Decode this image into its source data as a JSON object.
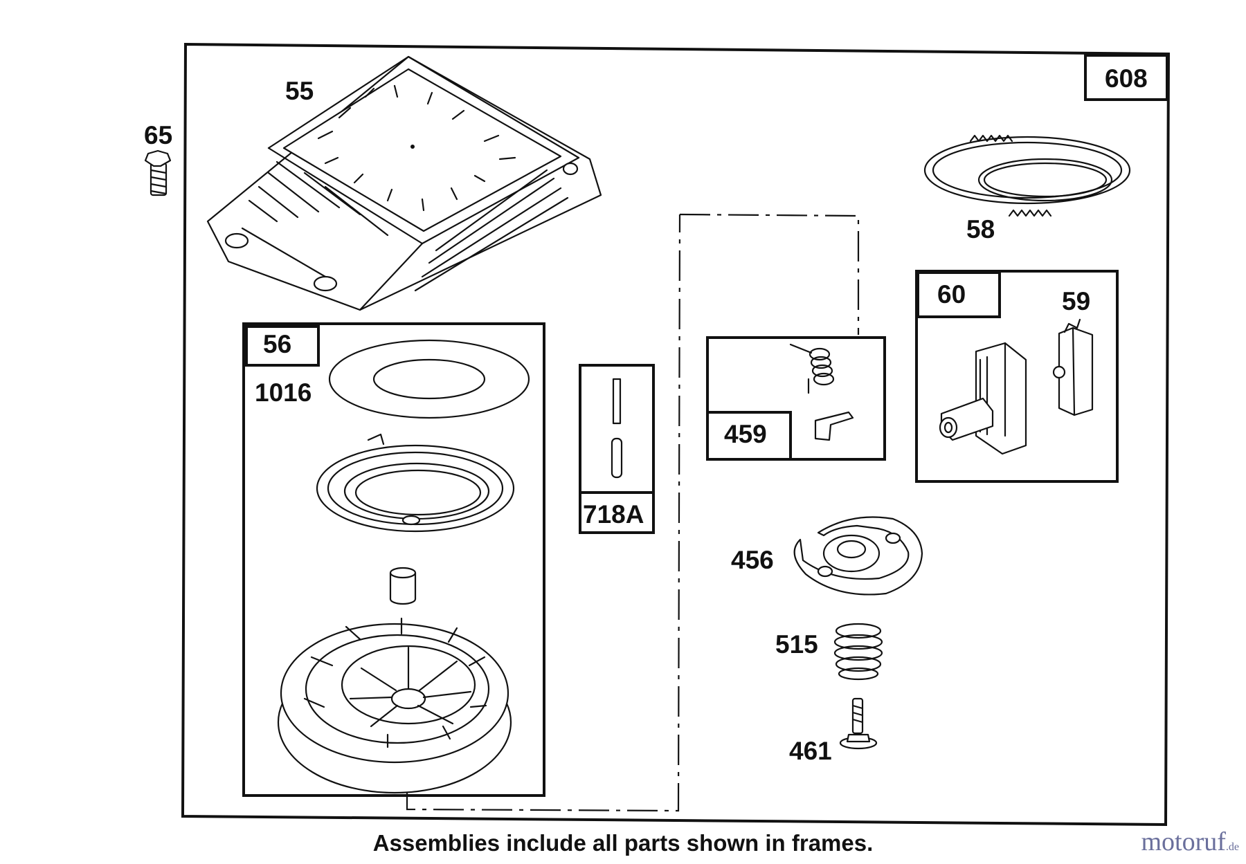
{
  "labels": {
    "l608": "608",
    "l55": "55",
    "l65": "65",
    "l58": "58",
    "l56": "56",
    "l1016": "1016",
    "l718a": "718A",
    "l459": "459",
    "l60": "60",
    "l59": "59",
    "l456": "456",
    "l515": "515",
    "l461": "461"
  },
  "footer": "Assemblies include all parts shown in frames.",
  "watermark": {
    "brand": "motoruf",
    "suffix": ".de"
  }
}
